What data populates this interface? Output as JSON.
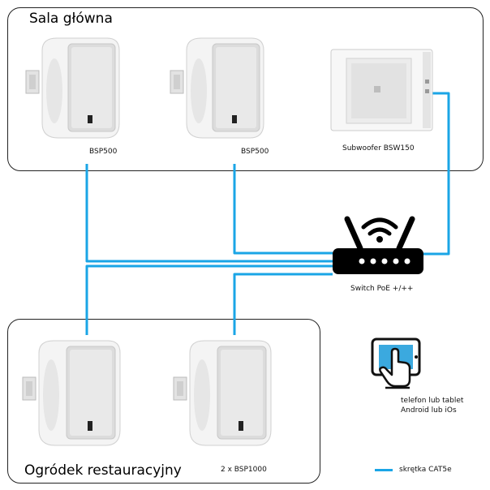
{
  "zones": {
    "main_hall": {
      "title": "Sala główna"
    },
    "garden": {
      "title": "Ogródek restauracyjny"
    }
  },
  "devices": {
    "speaker_1": {
      "label": "BSP500",
      "icon": "wall-speaker-icon"
    },
    "speaker_2": {
      "label": "BSP500",
      "icon": "wall-speaker-icon"
    },
    "subwoofer": {
      "label": "Subwoofer BSW150",
      "icon": "subwoofer-icon"
    },
    "switch": {
      "label": "Switch PoE +/++",
      "icon": "router-icon"
    },
    "garden_speakers": {
      "label": "2 x BSP1000",
      "icon": "wall-speaker-icon"
    },
    "controller": {
      "label_line1": "telefon lub tablet",
      "label_line2": "Android lub iOs",
      "icon": "tablet-touch-icon"
    }
  },
  "legend": {
    "label": "skrętka CAT5e",
    "color": "#1aa5e6"
  },
  "colors": {
    "cable": "#1aa5e6",
    "border": "#222222"
  }
}
